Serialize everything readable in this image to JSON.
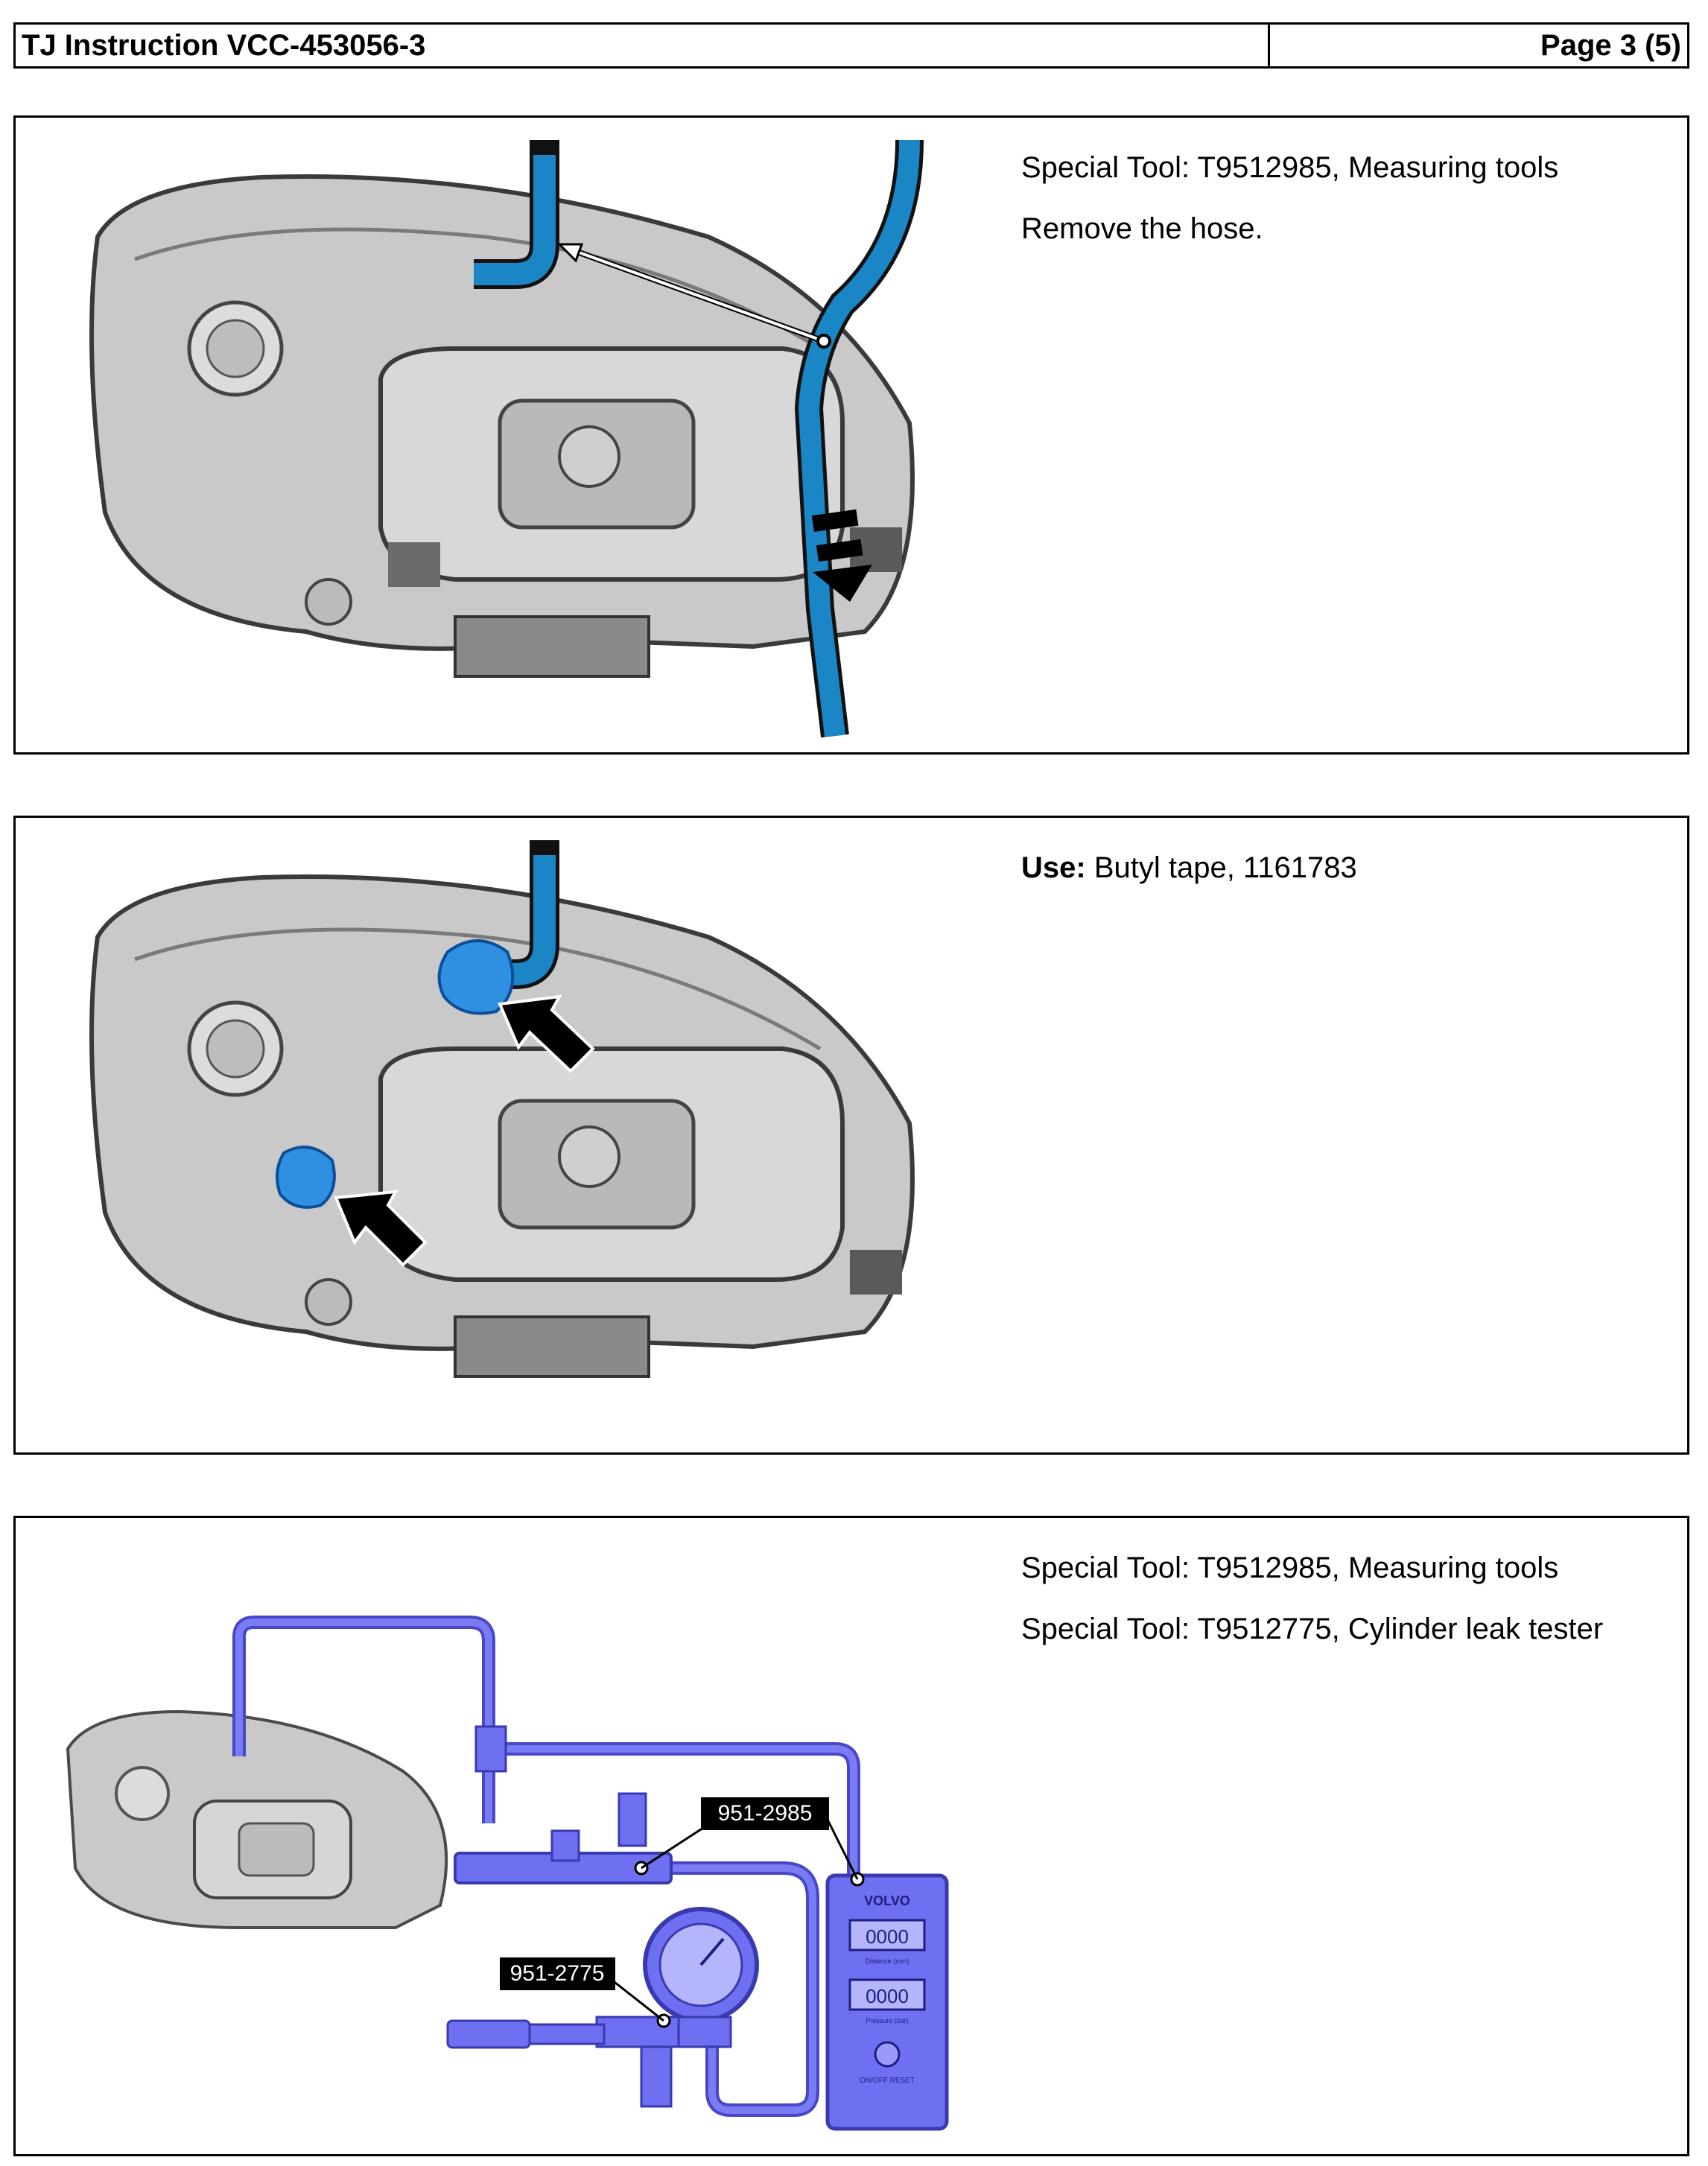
{
  "header": {
    "title": "TJ Instruction VCC-453056-3",
    "page": "Page 3 (5)"
  },
  "steps": [
    {
      "lines": [
        "Special Tool: T9512985, Measuring tools",
        "Remove the hose."
      ]
    },
    {
      "use_label": "Use:",
      "use_text": " Butyl tape, 1161783"
    },
    {
      "lines": [
        "Special Tool: T9512985, Measuring tools",
        "Special Tool: T9512775, Cylinder leak tester"
      ],
      "callouts": [
        "951-2985",
        "951-2775"
      ],
      "device": {
        "brand": "VOLVO",
        "display1": "0000",
        "display2": "0000",
        "label1": "Distance (mm)",
        "label2": "Pressure (bar)",
        "buttons": "ON/OFF  RESET"
      }
    }
  ],
  "colors": {
    "hose_blue": "#1a86c6",
    "tape_blue": "#2f8fe0",
    "tester_blue": "#6f6ff2",
    "headlamp_gray": "#c9c9c9"
  }
}
